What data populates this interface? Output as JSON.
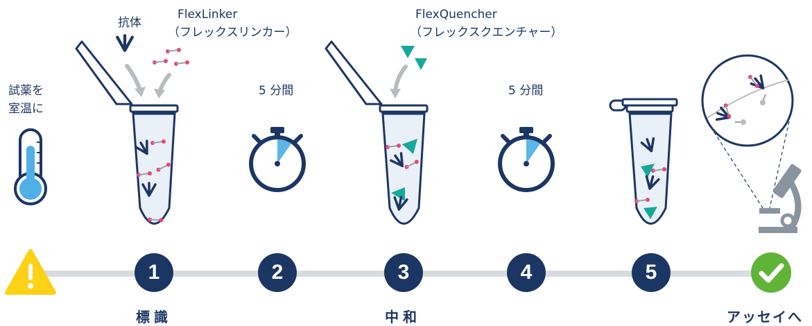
{
  "labels": {
    "antibody": "抗体",
    "flexlinker": "FlexLinker",
    "flexlinker_kana": "（フレックスリンカー）",
    "flexquencher": "FlexQuencher",
    "flexquencher_kana": "（フレックスクエンチャー）",
    "reagents_line1": "試薬を",
    "reagents_line2": "室温に",
    "wait1": "5 分間",
    "wait2": "5 分間"
  },
  "steps": [
    {
      "number": "1",
      "title": "標識"
    },
    {
      "number": "2",
      "title": ""
    },
    {
      "number": "3",
      "title": "中和"
    },
    {
      "number": "4",
      "title": ""
    },
    {
      "number": "5",
      "title": ""
    }
  ],
  "final_step": {
    "title": "アッセイへ"
  },
  "colors": {
    "navy": "#1c3664",
    "teal": "#16a89a",
    "pink": "#e8457a",
    "warning": "#fcd116",
    "success": "#5fb336",
    "line": "#d9dcdf",
    "thermo_fill": "#4fb0e6",
    "timer_slice": "#5cb6e6"
  },
  "icons": [
    "warning-icon",
    "check-icon",
    "thermometer-icon",
    "stopwatch-icon",
    "tube-icon",
    "microscope-icon",
    "magnifier-icon",
    "antibody-icon",
    "triangle-icon"
  ]
}
